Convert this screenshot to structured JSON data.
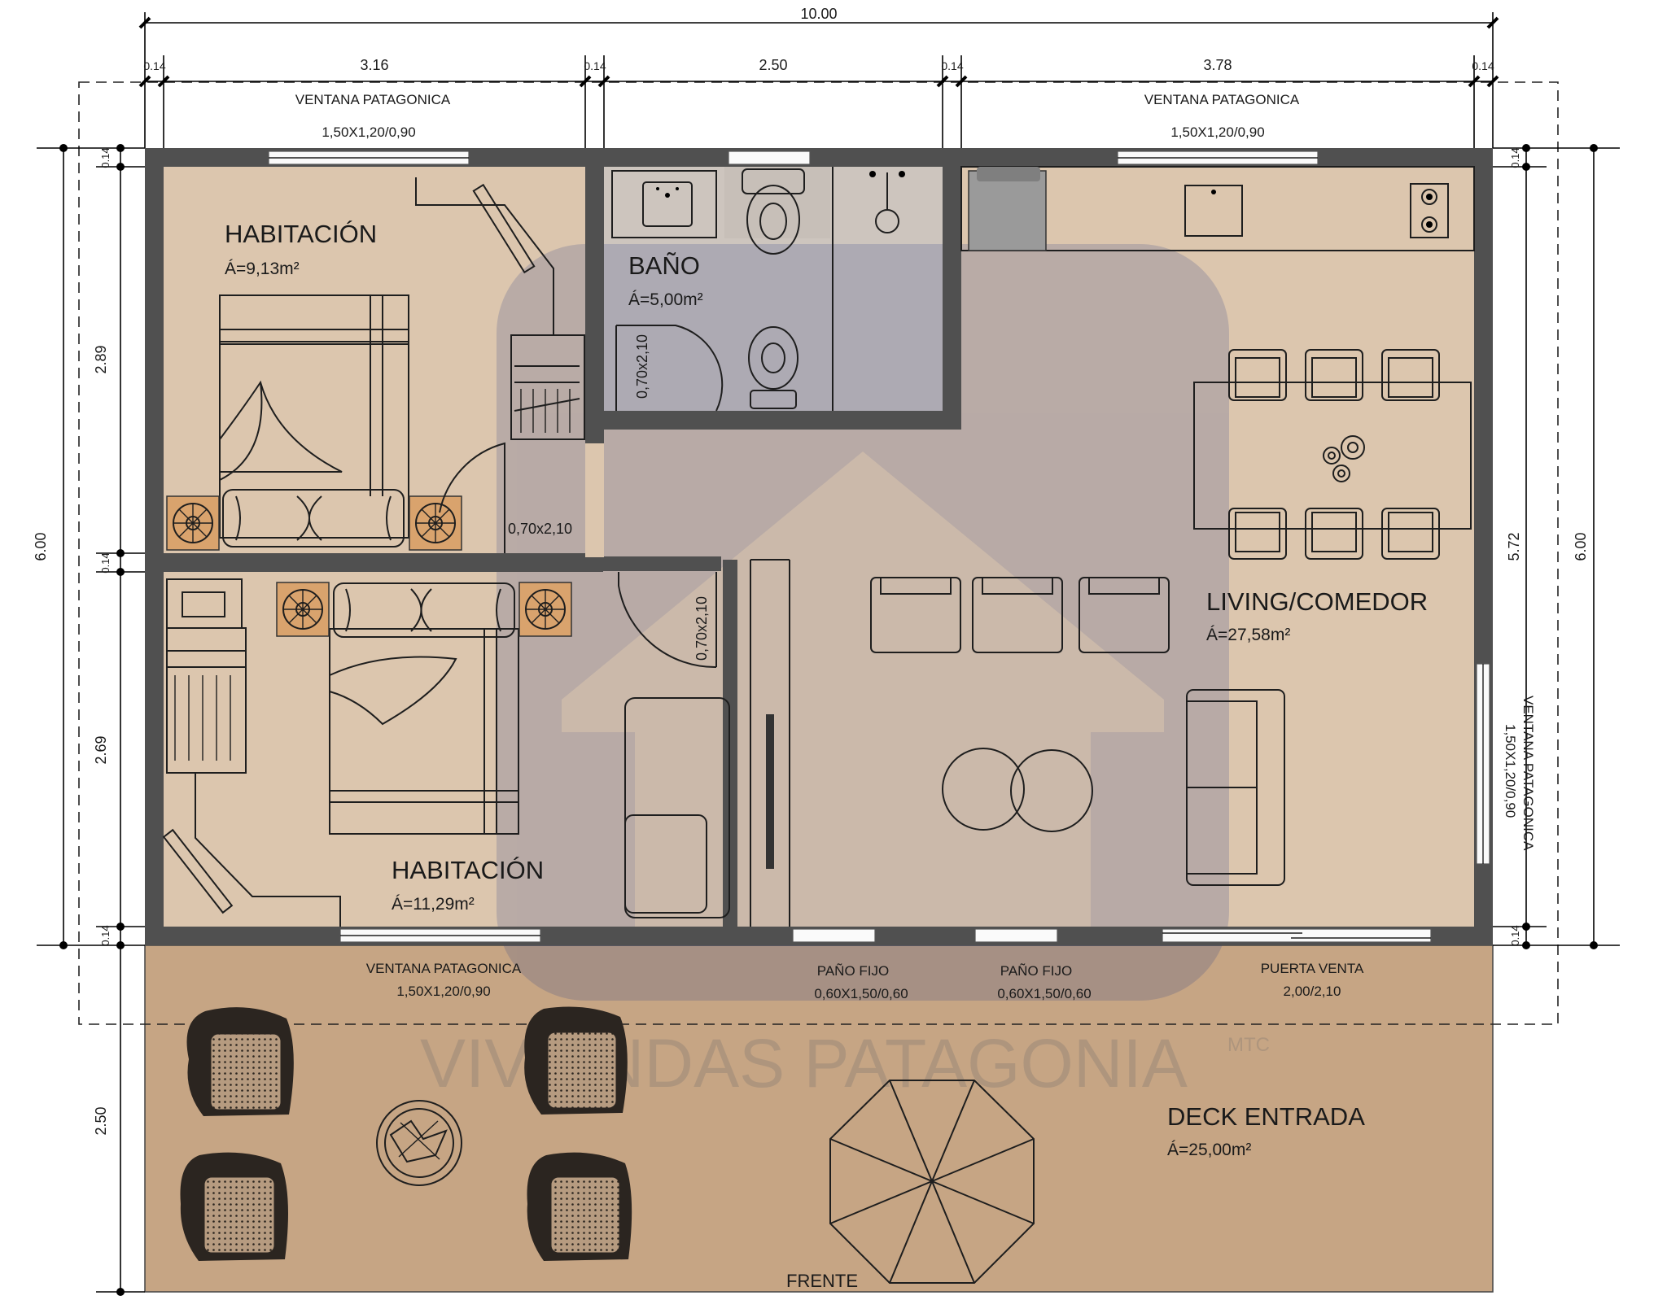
{
  "dimensions": {
    "total_width": "10.00",
    "top_segments": [
      "0.14",
      "3.16",
      "0.14",
      "2.50",
      "0.14",
      "3.78",
      "0.14"
    ],
    "left_total": "6.00",
    "left_segments": [
      "0.14",
      "2.89",
      "0.14",
      "2.69",
      "0.14"
    ],
    "right_inner": "5.72",
    "right_total": "6.00",
    "right_segments": [
      "0.14",
      "0.14"
    ],
    "deck_depth": "2.50"
  },
  "windows": {
    "top_left": {
      "name": "VENTANA PATAGONICA",
      "size": "1,50X1,20/0,90"
    },
    "top_right": {
      "name": "VENTANA PATAGONICA",
      "size": "1,50X1,20/0,90"
    },
    "right_side": {
      "name": "VENTANA PATAGONICA",
      "size": "1,50X1,20/0,90"
    },
    "bottom_left": {
      "name": "VENTANA PATAGONICA",
      "size": "1,50X1,20/0,90"
    },
    "fixed_1": {
      "name": "PAÑO FIJO",
      "size": "0,60X1,50/0,60"
    },
    "fixed_2": {
      "name": "PAÑO FIJO",
      "size": "0,60X1,50/0,60"
    },
    "door_window": {
      "name": "PUERTA VENTA",
      "size": "2,00/2,10"
    }
  },
  "doors": {
    "bathroom": "0,70x2,10",
    "bedroom_1": "0,70x2,10",
    "bedroom_2": "0,70x2,10"
  },
  "rooms": {
    "bedroom_1": {
      "name": "HABITACIÓN",
      "area": "Á=9,13m²"
    },
    "bathroom": {
      "name": "BAÑO",
      "area": "Á=5,00m²"
    },
    "living": {
      "name": "LIVING/COMEDOR",
      "area": "Á=27,58m²"
    },
    "bedroom_2": {
      "name": "HABITACIÓN",
      "area": "Á=11,29m²"
    },
    "deck": {
      "name": "DECK ENTRADA",
      "area": "Á=25,00m²"
    }
  },
  "front_label": "FRENTE",
  "watermark": {
    "brand": "VIVIENDAS PATAGONIA",
    "suffix": "MTC"
  },
  "colors": {
    "interior_floor": "#dcc6ae",
    "bathroom_floor": "#cdc5be",
    "deck": "#c6a584",
    "wall": "#505050",
    "nightstand": "#d9a36d"
  }
}
